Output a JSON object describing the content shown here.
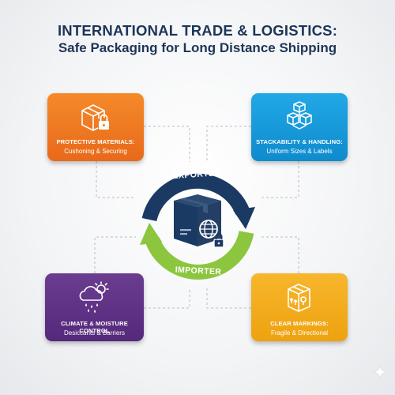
{
  "title": {
    "line1": "INTERNATIONAL TRADE & LOGISTICS:",
    "line2": "Safe Packaging for Long Distance Shipping"
  },
  "cycle": {
    "top_label": "EXPORTER",
    "bottom_label": "IMPORTER",
    "top_arrow_color": "#1b3a63",
    "bottom_arrow_color": "#8cc63f",
    "center_icon": "package-globe-lock-icon"
  },
  "cards": {
    "protective": {
      "title": "PROTECTIVE MATERIALS:",
      "subtitle": "Cushoning & Securing",
      "icon": "box-lock-icon",
      "color": "#f07b22"
    },
    "stackability": {
      "title": "STACKABILITY & HANDLING:",
      "subtitle": "Uniform Sizes & Labels",
      "icon": "stacked-boxes-icon",
      "color": "#1a9ad9"
    },
    "climate": {
      "title": "CLIMATE & MOISTURE CONTROL",
      "subtitle": "Desiccants & Barriers",
      "icon": "cloud-rain-sun-icon",
      "color": "#5f3286"
    },
    "markings": {
      "title": "CLEAR MARKINGS:",
      "subtitle": "Fragile & Directional",
      "icon": "fragile-box-icon",
      "color": "#f2ab1c"
    }
  }
}
